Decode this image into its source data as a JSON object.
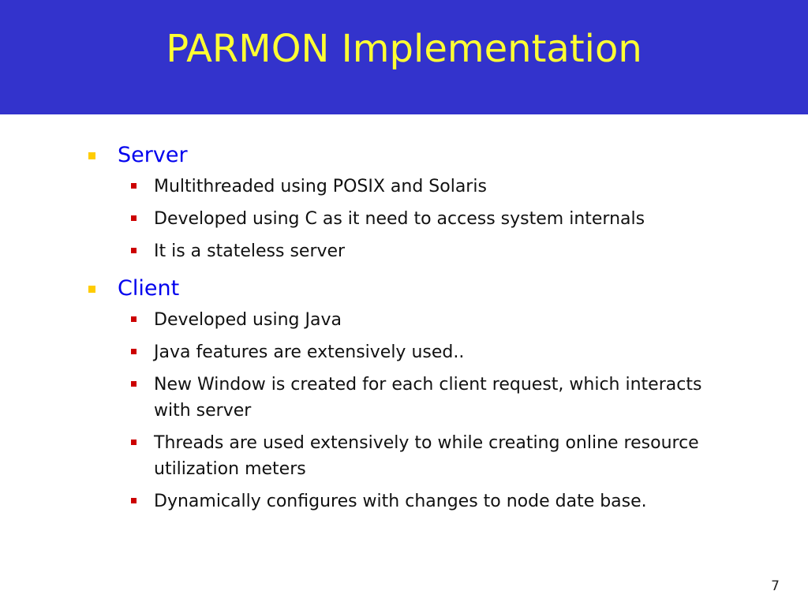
{
  "slide": {
    "title": "PARMON Implementation",
    "page_number": "7",
    "colors": {
      "title_bar": "#3333cc",
      "title_text": "#ffff33",
      "level1_text": "#0000ee",
      "level1_bullet": "#ffcc00",
      "level2_bullet": "#cc0000"
    },
    "sections": [
      {
        "heading": "Server",
        "items": [
          "Multithreaded using POSIX and Solaris",
          "Developed using C as it need to access system internals",
          "It is a stateless server"
        ]
      },
      {
        "heading": "Client",
        "items": [
          "Developed using Java",
          "Java features  are extensively used..",
          "New Window is created for each client request, which interacts with server",
          "Threads are used extensively to while creating online resource utilization meters",
          "Dynamically configures with changes to node date base."
        ]
      }
    ]
  }
}
